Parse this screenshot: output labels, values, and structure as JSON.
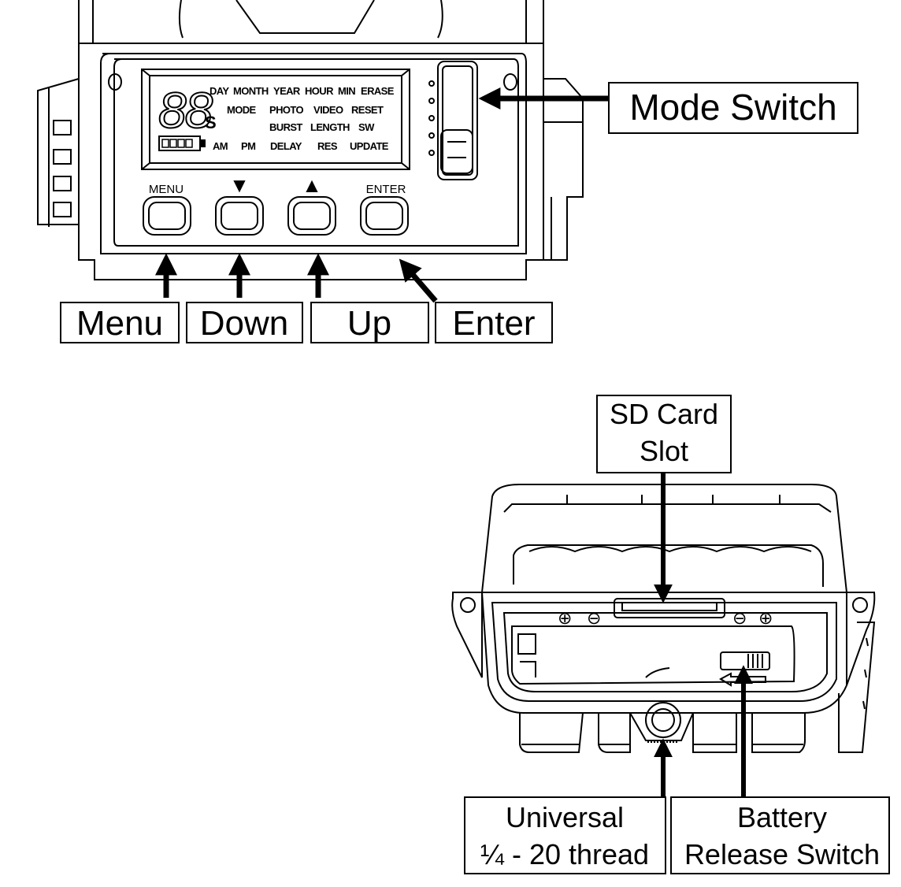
{
  "labels": {
    "mode_switch": "Mode Switch",
    "menu": "Menu",
    "down": "Down",
    "up": "Up",
    "enter": "Enter",
    "sd_card_line1": "SD Card",
    "sd_card_line2": "Slot",
    "universal_line1": "Universal",
    "universal_line2": "¼ - 20 thread",
    "battery_line1": "Battery",
    "battery_line2": "Release Switch"
  },
  "lcd": {
    "digits": "88",
    "unit": "S",
    "row1": [
      "DAY",
      "MONTH",
      "YEAR",
      "HOUR",
      "MIN",
      "ERASE"
    ],
    "row2": [
      "MODE",
      "PHOTO",
      "VIDEO",
      "RESET"
    ],
    "row3": [
      "BURST",
      "LENGTH",
      "SW"
    ],
    "row4": [
      "AM",
      "PM",
      "DELAY",
      "RES",
      "UPDATE"
    ]
  },
  "buttons": {
    "menu": "MENU",
    "down": "▼",
    "up": "▲",
    "enter": "ENTER"
  },
  "terminals": {
    "plus": "⊕",
    "minus": "⊖"
  }
}
